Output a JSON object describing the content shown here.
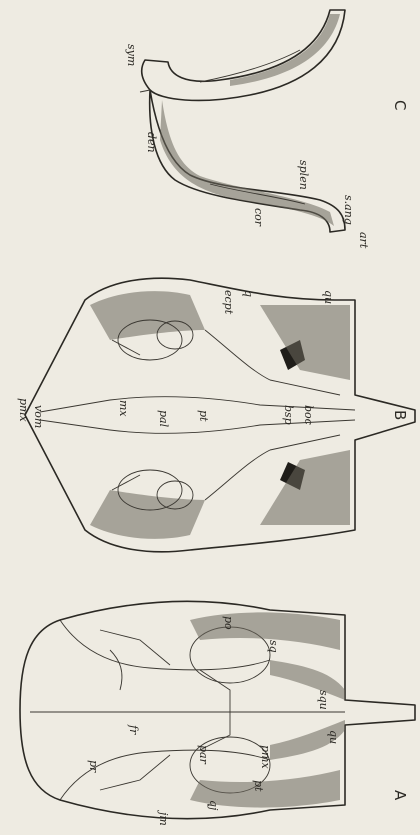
{
  "figure": {
    "panels": [
      {
        "id": "A",
        "letter": "A",
        "labels": [
          "pr",
          "fr",
          "par",
          "pmx",
          "po",
          "sq",
          "jm",
          "qj",
          "pt",
          "squ",
          "qu"
        ]
      },
      {
        "id": "B",
        "letter": "B",
        "labels": [
          "pmx",
          "vom",
          "ecpt",
          "mx",
          "pal",
          "pt",
          "bsp",
          "boc",
          "q",
          "qu"
        ]
      },
      {
        "id": "C",
        "letter": "C",
        "labels": [
          "sym",
          "den",
          "cor",
          "splen",
          "s.ang",
          "art"
        ]
      }
    ]
  }
}
